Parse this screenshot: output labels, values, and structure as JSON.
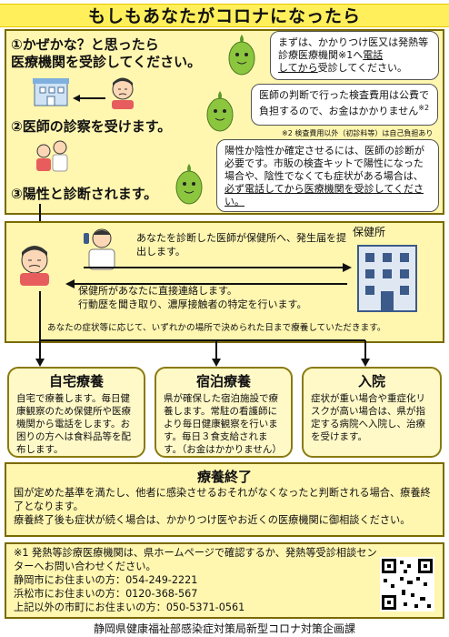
{
  "header": {
    "title": "もしもあなたがコロナになったら"
  },
  "steps": [
    {
      "label_line1": "①かぜかな？と思ったら",
      "label_line2": "医療機関を受診してください。"
    },
    {
      "label_line1": "②医師の診察を受けます。"
    },
    {
      "label_line1": "③陽性と診断されます。"
    }
  ],
  "bubbles": {
    "b1_pre": "まずは、かかりつけ医又は発熱等診療医療機関※1へ",
    "b1_u1": "電話",
    "b1_u2": "してから",
    "b1_post": "受診してください。",
    "b2_main": "医師の判断で行った検査費用は公費で負担するので、お金はかかりません",
    "b2_sup": "※2",
    "b2_note": "※2 検査費用以外（初診料等）は自己負担あり",
    "b3_pre": "陽性か陰性か確定させるには、医師の診断が必要です。市販の検査キットで陽性になった場合や、陰性でなくても症状がある場合は、",
    "b3_u": "必ず電話してから医療機関を受診してください。"
  },
  "flow": {
    "health_center_label": "保健所",
    "msg1": "あなたを診断した医師が保健所へ、発生届を提出します。",
    "msg2_line1": "保健所があなたに直接連絡します。",
    "msg2_line2": "行動歴を聞き取り、濃厚接触者の特定を行います。",
    "msg3": "あなたの症状等に応じて、いずれかの場所で決められた日まで療養していただきます。"
  },
  "cards": [
    {
      "title": "自宅療養",
      "body": "自宅で療養します。毎日健康観察のため保健所や医療機関から電話をします。お困りの方へは食料品等を配布します。"
    },
    {
      "title": "宿泊療養",
      "body": "県が確保した宿泊施設で療養します。常駐の看護師により毎日健康観察を行います。毎日３食支給されます。（お金はかかりません）"
    },
    {
      "title": "入院",
      "body": "症状が重い場合や重症化リスクが高い場合は、県が指定する病院へ入院し、治療を受けます。"
    }
  ],
  "recovery": {
    "title": "療養終了",
    "body1": "国が定めた基準を満たし、他者に感染させるおそれがなくなったと判断される場合、療養終了となります。",
    "body2": "療養終了後も症状が続く場合は、かかりつけ医やお近くの医療機関に御相談ください。"
  },
  "info": {
    "note": "※1 発熱等診療医療機関は、県ホームページで確認するか、発熱等受診相談センターへお問い合わせください。",
    "line1": "静岡市にお住まいの方：054-249-2221",
    "line2": "浜松市にお住まいの方：0120-368-567",
    "line3": "上記以外の市町にお住まいの方：050-5371-0561"
  },
  "footer": {
    "org": "静岡県健康福祉部感染症対策局新型コロナ対策企画課"
  },
  "colors": {
    "section_bg": "#fff6b0",
    "title_bg": "#ffef5a",
    "arrow": "#111111",
    "character_green": "#8cc63f"
  }
}
